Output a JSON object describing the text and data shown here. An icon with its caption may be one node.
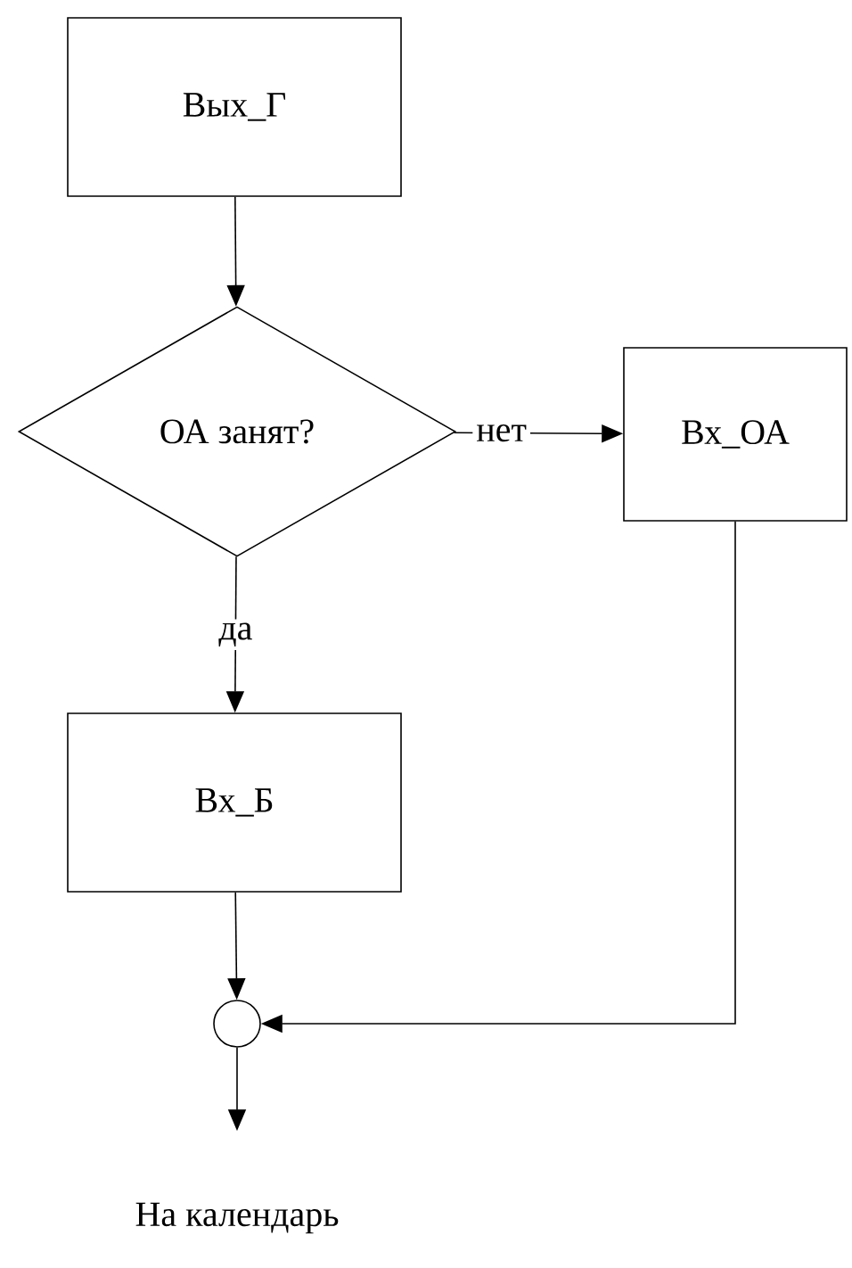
{
  "diagram": {
    "nodes": [
      {
        "text": [
          "Вых_Г"
        ]
      },
      {
        "text": [
          "ОА занят?"
        ]
      },
      {
        "text": [
          "Вх_ОА"
        ]
      },
      {
        "text": [
          "Вх_Б"
        ]
      },
      {
        "text": [],
        "shape": "circle"
      },
      {
        "text": [
          "На календарь"
        ]
      }
    ],
    "edges": [
      {
        "from": 0,
        "to": 1,
        "arrow": "to"
      },
      {
        "from": 1,
        "to": 2,
        "arrow": "to",
        "label": "нет"
      },
      {
        "from": 1,
        "to": 3,
        "arrow": "to",
        "label": "да"
      },
      {
        "from": 3,
        "to": 4,
        "arrow": "to"
      },
      {
        "from": 2,
        "to": 4,
        "arrow": "to"
      },
      {
        "from": 4,
        "to": 5,
        "arrow": "to"
      }
    ]
  }
}
